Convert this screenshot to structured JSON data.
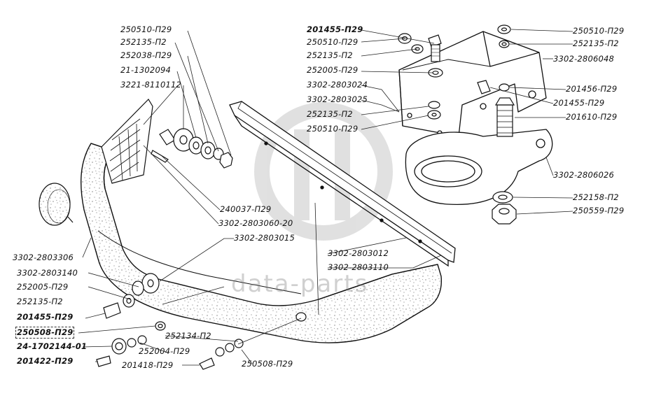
{
  "watermark": {
    "text": "data-parts"
  },
  "labels": {
    "l250510_top": "250510-П29",
    "l252135_top": "252135-П2",
    "l252038": "252038-П29",
    "l21_1302094": "21-1302094",
    "l3221": "3221-8110112",
    "l201455_tr": "201455-П29",
    "l250510_tr": "250510-П29",
    "l252135_tr": "252135-П2",
    "l252005_tr": "252005-П29",
    "l3302_2803024": "3302-2803024",
    "l3302_2803025": "3302-2803025",
    "l252135_mid": "252135-П2",
    "l250510_mid": "250510-П29",
    "r250510": "250510-П29",
    "r252135": "252135-П2",
    "r3302_2806048": "3302-2806048",
    "r201456": "201456-П29",
    "r201455": "201455-П29",
    "r201610": "201610-П29",
    "r3302_2806026": "3302-2806026",
    "r252158": "252158-П2",
    "r250559": "250559-П29",
    "c240037": "240037-П29",
    "c3302_2803060": "3302-2803060-20",
    "c3302_2803015": "3302-2803015",
    "c3302_2803012": "3302-2803012",
    "c3302_2803110": "3302-2803110",
    "b3302_2803306": "3302-2803306",
    "b3302_2803140": "3302-2803140",
    "b252005": "252005-П29",
    "b252135": "252135-П2",
    "b201455": "201455-П29",
    "b250508": "250508-П29",
    "b24_1702144": "24-1702144-01",
    "b201422": "201422-П29",
    "b252134": "252134-П2",
    "b252004": "252004-П29",
    "b201418": "201418-П29",
    "b250508_r": "250508-П29"
  }
}
